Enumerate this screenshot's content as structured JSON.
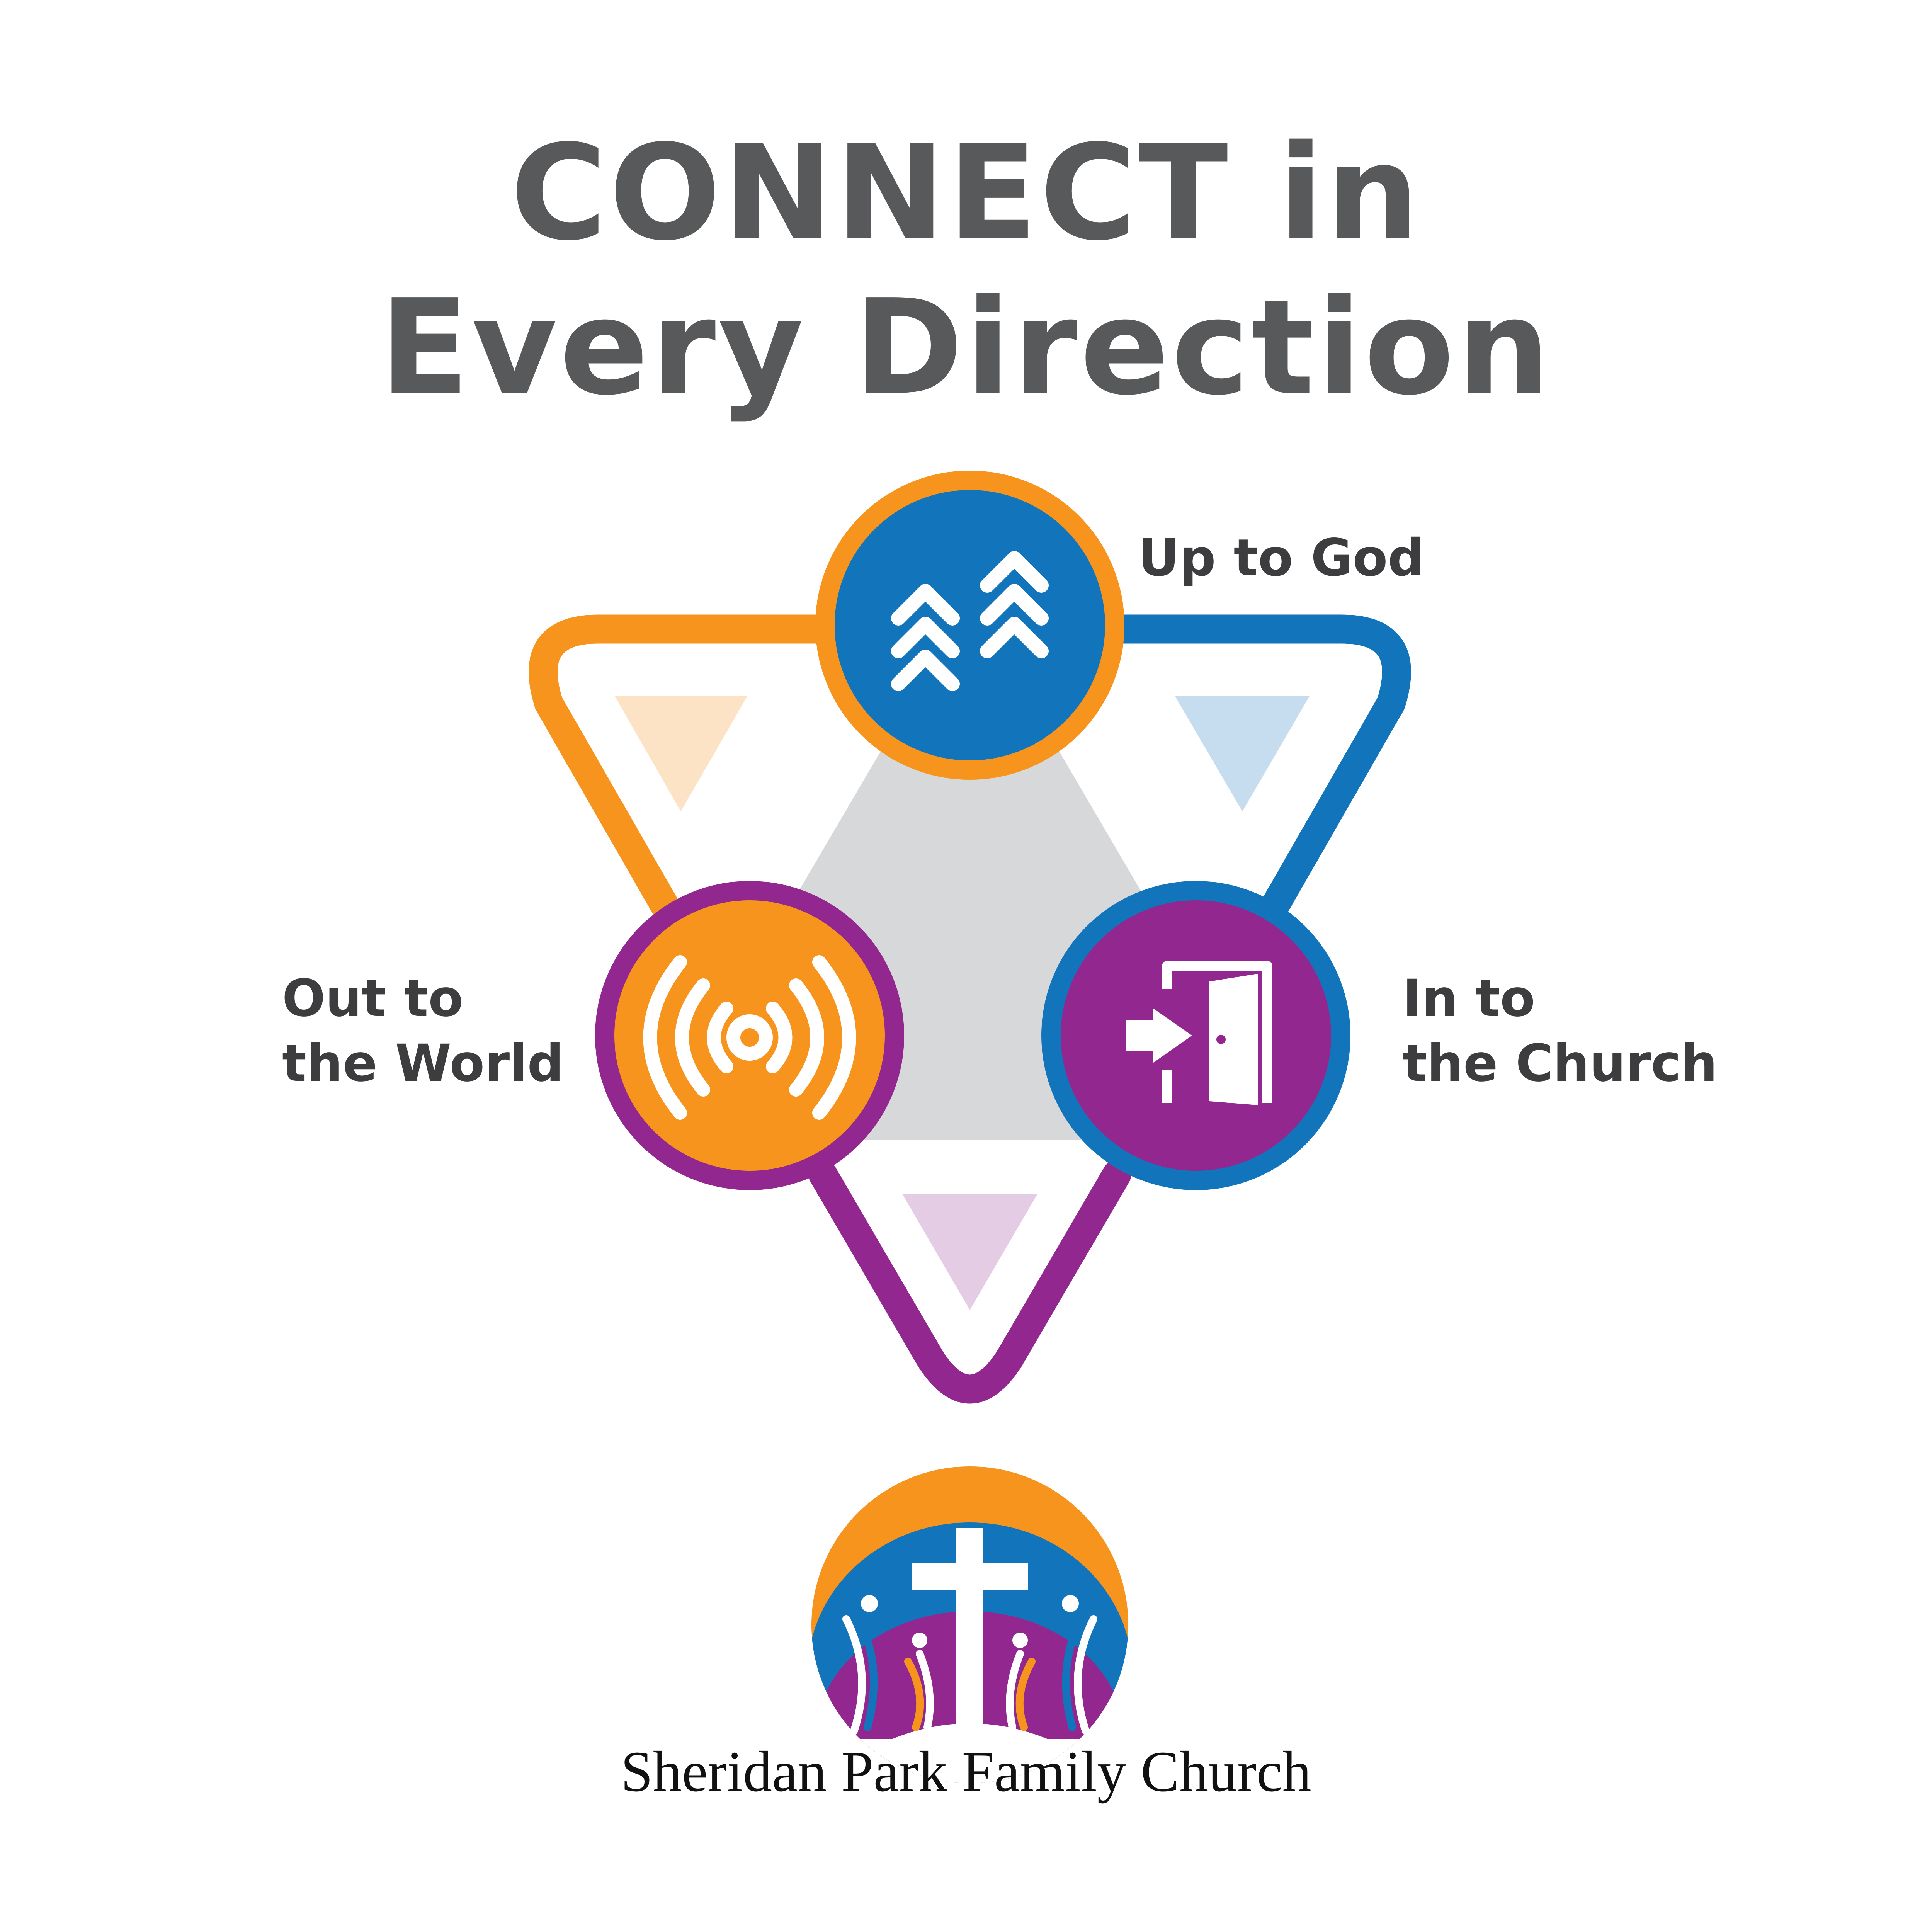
{
  "title": {
    "line1": "CONNECT in",
    "line2": "Every Direction"
  },
  "directions": [
    {
      "key": "up",
      "line1": "Up to God",
      "line2": "",
      "icon": "double-chevron-up-icon",
      "fill": "#1275bc",
      "ring": "#f7941d"
    },
    {
      "key": "out",
      "line1": "Out to",
      "line2": "the World",
      "icon": "broadcast-signal-icon",
      "fill": "#f7941d",
      "ring": "#92278f"
    },
    {
      "key": "in",
      "line1": "In to",
      "line2": "the Church",
      "icon": "door-enter-icon",
      "fill": "#92278f",
      "ring": "#1275bc"
    }
  ],
  "colors": {
    "orange": "#f7941d",
    "blue": "#1275bc",
    "purple": "#92278f",
    "gray_center": "#d7d8da",
    "title_text": "#58595b"
  },
  "logo": {
    "name": "Sheridan Park Family Church",
    "icon": "church-cross-logo-icon"
  }
}
